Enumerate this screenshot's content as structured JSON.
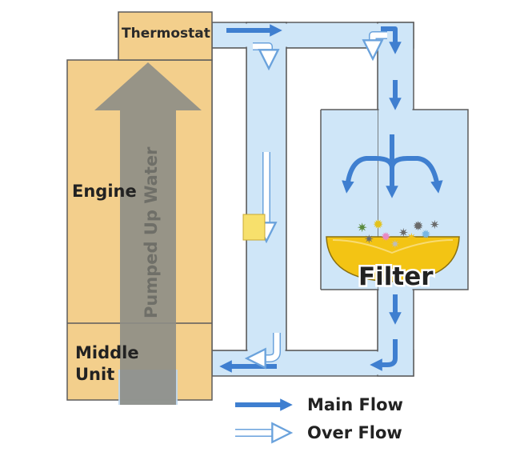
{
  "labels": {
    "thermostat": "Thermostat",
    "engine": "Engine",
    "pumped_up_water": "Pumped Up Water",
    "middle_unit_line1": "Middle",
    "middle_unit_line2": "Unit",
    "filter": "Filter"
  },
  "legend": {
    "main_flow": "Main Flow",
    "over_flow": "Over Flow"
  },
  "colors": {
    "engine_fill": "#f3cf8c",
    "pipe_fill": "#cfe6f8",
    "main_flow_arrow": "#3f7fd0",
    "over_flow_arrow": "#ffffff",
    "filter_fill": "#f3c414",
    "pump_arrow": "#8d8d86",
    "valve": "#f7e06c"
  }
}
